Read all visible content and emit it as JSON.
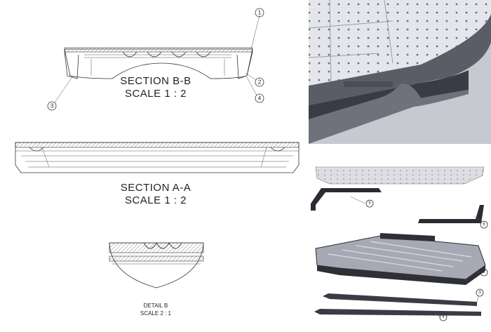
{
  "views": {
    "section_bb": {
      "title": "SECTION B-B",
      "scale": "SCALE 1 : 2"
    },
    "section_aa": {
      "title": "SECTION A-A",
      "scale": "SCALE 1 : 2"
    },
    "detail_b": {
      "title": "DETAIL B",
      "scale": "SCALE 2 : 1"
    }
  },
  "balloons": {
    "bb": [
      "1",
      "2",
      "3",
      "4"
    ],
    "exploded": [
      "5",
      "6",
      "2",
      "3",
      "4"
    ]
  },
  "colors": {
    "render_bg": "#c6c9d0",
    "tray_dark": "#3a3c45",
    "tray_light": "#e4e6eb"
  }
}
